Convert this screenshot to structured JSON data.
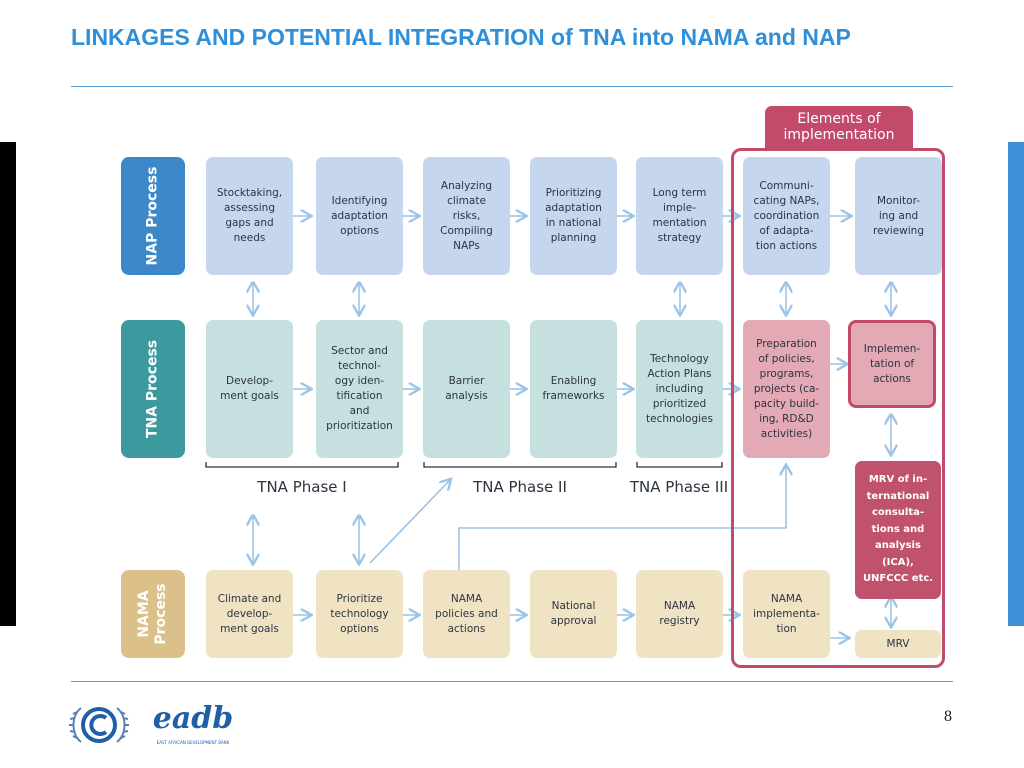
{
  "title": "LINKAGES AND POTENTIAL INTEGRATION of  TNA into NAMA and NAP",
  "process_labels": {
    "nap": "NAP Process",
    "tna": "TNA Process",
    "nama": "NAMA\nProcess"
  },
  "elements_header": "Elements of\nimplementation",
  "nap_row": [
    "Stocktaking,\nassessing\ngaps and\nneeds",
    "Identifying\nadaptation\noptions",
    "Analyzing\nclimate\nrisks,\nCompiling\nNAPs",
    "Prioritizing\nadaptation\nin national\nplanning",
    "Long term\nimple-\nmentation\nstrategy",
    "Communi-\ncating NAPs,\ncoordination\nof adapta-\ntion actions",
    "Monitor-\ning and\nreviewing"
  ],
  "tna_row": [
    "Develop-\nment goals",
    "Sector and\ntechnol-\nogy iden-\ntification\nand\nprioritization",
    "Barrier\nanalysis",
    "Enabling\nframeworks",
    "Technology\nAction Plans\nincluding\nprioritized\ntechnologies",
    "Preparation\nof policies,\nprograms,\nprojects (ca-\npacity build-\ning, RD&D\nactivities)",
    "Implemen-\ntation of\nactions"
  ],
  "nama_row": [
    "Climate and\ndevelop-\nment goals",
    "Prioritize\ntechnology\noptions",
    "NAMA\npolicies and\nactions",
    "National\napproval",
    "NAMA\nregistry",
    "NAMA\nimplementa-\ntion"
  ],
  "mrv_international": "MRV of in-\nternational\nconsulta-\ntions and\nanalysis\n(ICA),\nUNFCCC etc.",
  "mrv": "MRV",
  "phases": [
    "TNA Phase I",
    "TNA Phase II",
    "TNA Phase III"
  ],
  "page_number": "8",
  "logos": {
    "eadb": "eadb",
    "eadb_sub": "EAST AFRICAN DEVELOPMENT BANK"
  },
  "colors": {
    "title": "#2f8fd8",
    "nap": "#3d88c8",
    "tna": "#3c9a9e",
    "nama": "#dbc08a",
    "implementation": "#c24a6a"
  }
}
